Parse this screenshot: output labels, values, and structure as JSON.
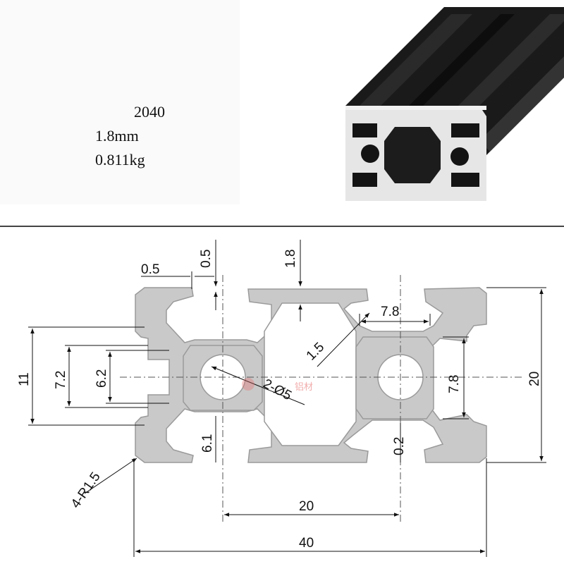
{
  "specs": {
    "model": "2040",
    "wall_thickness": "1.8mm",
    "weight": "0.811kg"
  },
  "dimensions": {
    "slot_lip": "0.5",
    "slot_lip_gap": "0.5",
    "wall_top": "1.8",
    "slot_inner": "7.8",
    "web_thickness": "1.5",
    "center_holes": "2-Ø5",
    "outer_slot_height": "11",
    "slot_opening_outer": "7.2",
    "slot_opening_inner": "6.2",
    "slot_depth": "6.1",
    "slot_right_height": "7.8",
    "gap_right": "0.2",
    "height_total": "20",
    "hole_spacing": "20",
    "width_total": "40",
    "corner_radius": "4-R1.5"
  },
  "watermark": "铝材",
  "colors": {
    "profile_fill": "#c9c9c9",
    "profile_stroke": "#9a9a9a",
    "photo_metal": "#141414",
    "photo_cut": "#e6e6e6"
  }
}
